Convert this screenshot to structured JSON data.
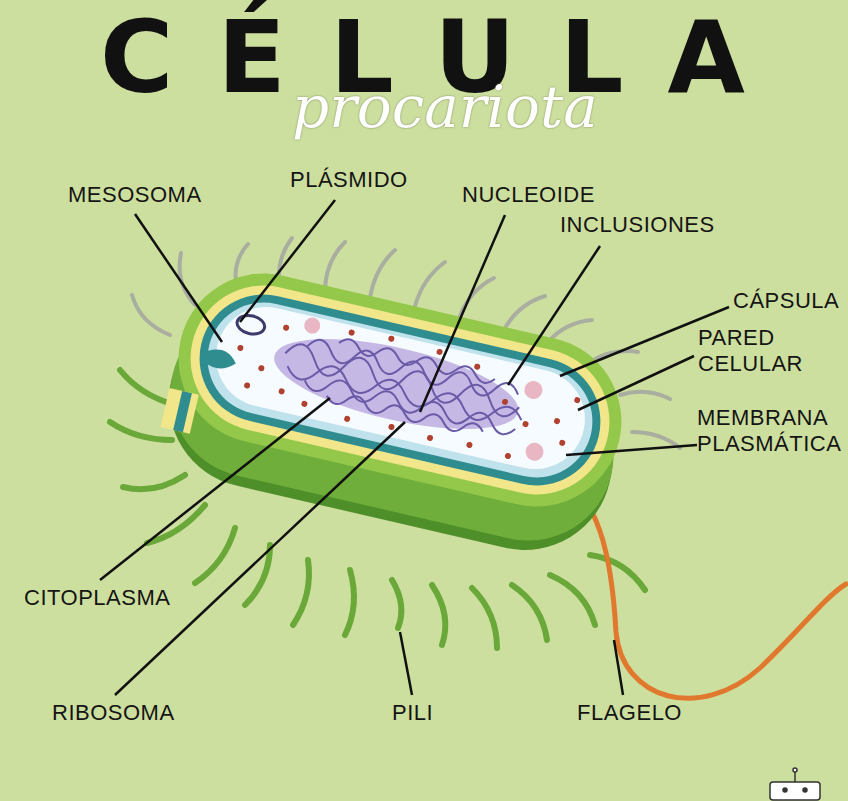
{
  "diagram": {
    "title": "CÉLULA",
    "labels": [
      "procariota",
      "MESOSOMA",
      "PLÁSMIDO",
      "NUCLEOIDE",
      "INCLUSIONES",
      "CÁPSULA",
      "PARED CELULAR",
      "MEMBRANA PLASMÁTICA",
      "CITOPLASMA",
      "RIBOSOMA",
      "PILI",
      "FLAGELO"
    ]
  }
}
